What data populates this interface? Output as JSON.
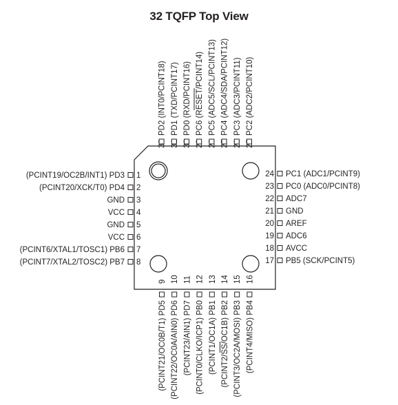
{
  "title": "32 TQFP Top View",
  "pins": [
    {
      "num": "1",
      "label": "(PCINT19/OC2B/INT1) PD3"
    },
    {
      "num": "2",
      "label": "(PCINT20/XCK/T0) PD4"
    },
    {
      "num": "3",
      "label": "GND"
    },
    {
      "num": "4",
      "label": "VCC"
    },
    {
      "num": "5",
      "label": "GND"
    },
    {
      "num": "6",
      "label": "VCC"
    },
    {
      "num": "7",
      "label": "(PCINT6/XTAL1/TOSC1) PB6"
    },
    {
      "num": "8",
      "label": "(PCINT7/XTAL2/TOSC2) PB7"
    },
    {
      "num": "9",
      "label": "(PCINT21/OC0B/T1) PD5"
    },
    {
      "num": "10",
      "label": "(PCINT22/OC0A/AIN0) PD6"
    },
    {
      "num": "11",
      "label": "(PCINT23/AIN1) PD7"
    },
    {
      "num": "12",
      "label": "(PCINT0/CLKO/ICP1) PB0"
    },
    {
      "num": "13",
      "label": "(PCINT1/OC1A) PB1"
    },
    {
      "num": "14",
      "label": "(PCINT2/SS/OC1B) PB2"
    },
    {
      "num": "15",
      "label": "(PCINT3/OC2A/MOSI) PB3"
    },
    {
      "num": "16",
      "label": "(PCINT4/MISO) PB4"
    },
    {
      "num": "17",
      "label": "PB5 (SCK/PCINT5)"
    },
    {
      "num": "18",
      "label": "AVCC"
    },
    {
      "num": "19",
      "label": "ADC6"
    },
    {
      "num": "20",
      "label": "AREF"
    },
    {
      "num": "21",
      "label": "GND"
    },
    {
      "num": "22",
      "label": "ADC7"
    },
    {
      "num": "23",
      "label": "PC0 (ADC0/PCINT8)"
    },
    {
      "num": "24",
      "label": "PC1 (ADC1/PCINT9)"
    },
    {
      "num": "25",
      "label": "PC2 (ADC2/PCINT10)"
    },
    {
      "num": "26",
      "label": "PC3 (ADC3/PCINT11)"
    },
    {
      "num": "27",
      "label": "PC4 (ADC4/SDA/PCINT12)"
    },
    {
      "num": "28",
      "label": "PC5 (ADC5/SCL/PCINT13)"
    },
    {
      "num": "29",
      "label": "PC6 (RESET/PCINT14)"
    },
    {
      "num": "30",
      "label": "PD0 (RXD/PCINT16)"
    },
    {
      "num": "31",
      "label": "PD1 (TXD/PCINT17)"
    },
    {
      "num": "32",
      "label": "PD2 (INT0/PCINT18)"
    }
  ]
}
